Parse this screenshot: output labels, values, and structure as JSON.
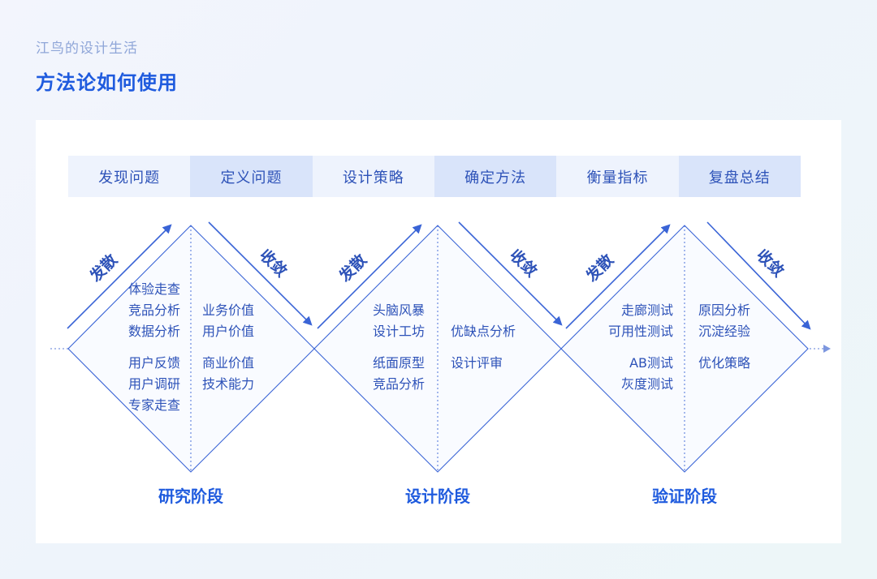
{
  "header": {
    "subtitle": "江鸟的设计生活",
    "title": "方法论如何使用"
  },
  "stages": [
    "发现问题",
    "定义问题",
    "设计策略",
    "确定方法",
    "衡量指标",
    "复盘总结"
  ],
  "arrows": {
    "diverge": "发散",
    "converge": "收敛"
  },
  "phases": [
    {
      "name": "研究阶段",
      "left_top": [
        "体验走查",
        "竞品分析",
        "数据分析"
      ],
      "right_top": [
        "业务价值",
        "用户价值"
      ],
      "left_bottom": [
        "用户反馈",
        "用户调研",
        "专家走查"
      ],
      "right_bottom": [
        "商业价值",
        "技术能力"
      ]
    },
    {
      "name": "设计阶段",
      "left_top": [
        "头脑风暴",
        "设计工坊"
      ],
      "right_top": [
        "优缺点分析"
      ],
      "left_bottom": [
        "纸面原型",
        "竞品分析"
      ],
      "right_bottom": [
        "设计评审"
      ]
    },
    {
      "name": "验证阶段",
      "left_top": [
        "走廊测试",
        "可用性测试"
      ],
      "right_top": [
        "原因分析",
        "沉淀经验"
      ],
      "left_bottom": [
        "AB测试",
        "灰度测试"
      ],
      "right_bottom": [
        "优化策略"
      ]
    }
  ],
  "colors": {
    "accent": "#1f5bde",
    "line": "#3a64d6",
    "text": "#2d52b8"
  }
}
